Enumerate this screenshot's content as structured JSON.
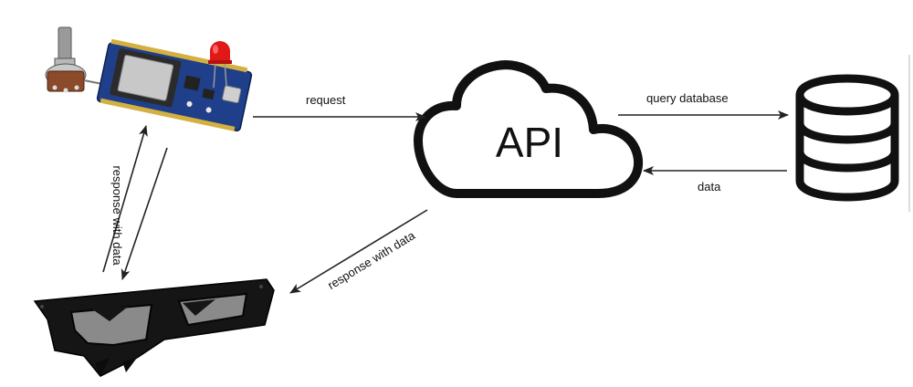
{
  "nodes": {
    "api": {
      "label": "API"
    }
  },
  "edges": {
    "request": "request",
    "query_database": "query database",
    "data": "data",
    "response_api_to_glasses": "response with data",
    "response_to_board": "response with data"
  },
  "colors": {
    "board_pcb": "#1f3f8a",
    "led_red": "#e01818",
    "stroke": "#111111",
    "glasses_frame": "#151515",
    "lens": "#8a8a8a"
  },
  "icons": [
    "microcontroller-board-icon",
    "potentiometer-icon",
    "led-icon",
    "cloud-icon",
    "database-icon",
    "ar-glasses-icon"
  ]
}
